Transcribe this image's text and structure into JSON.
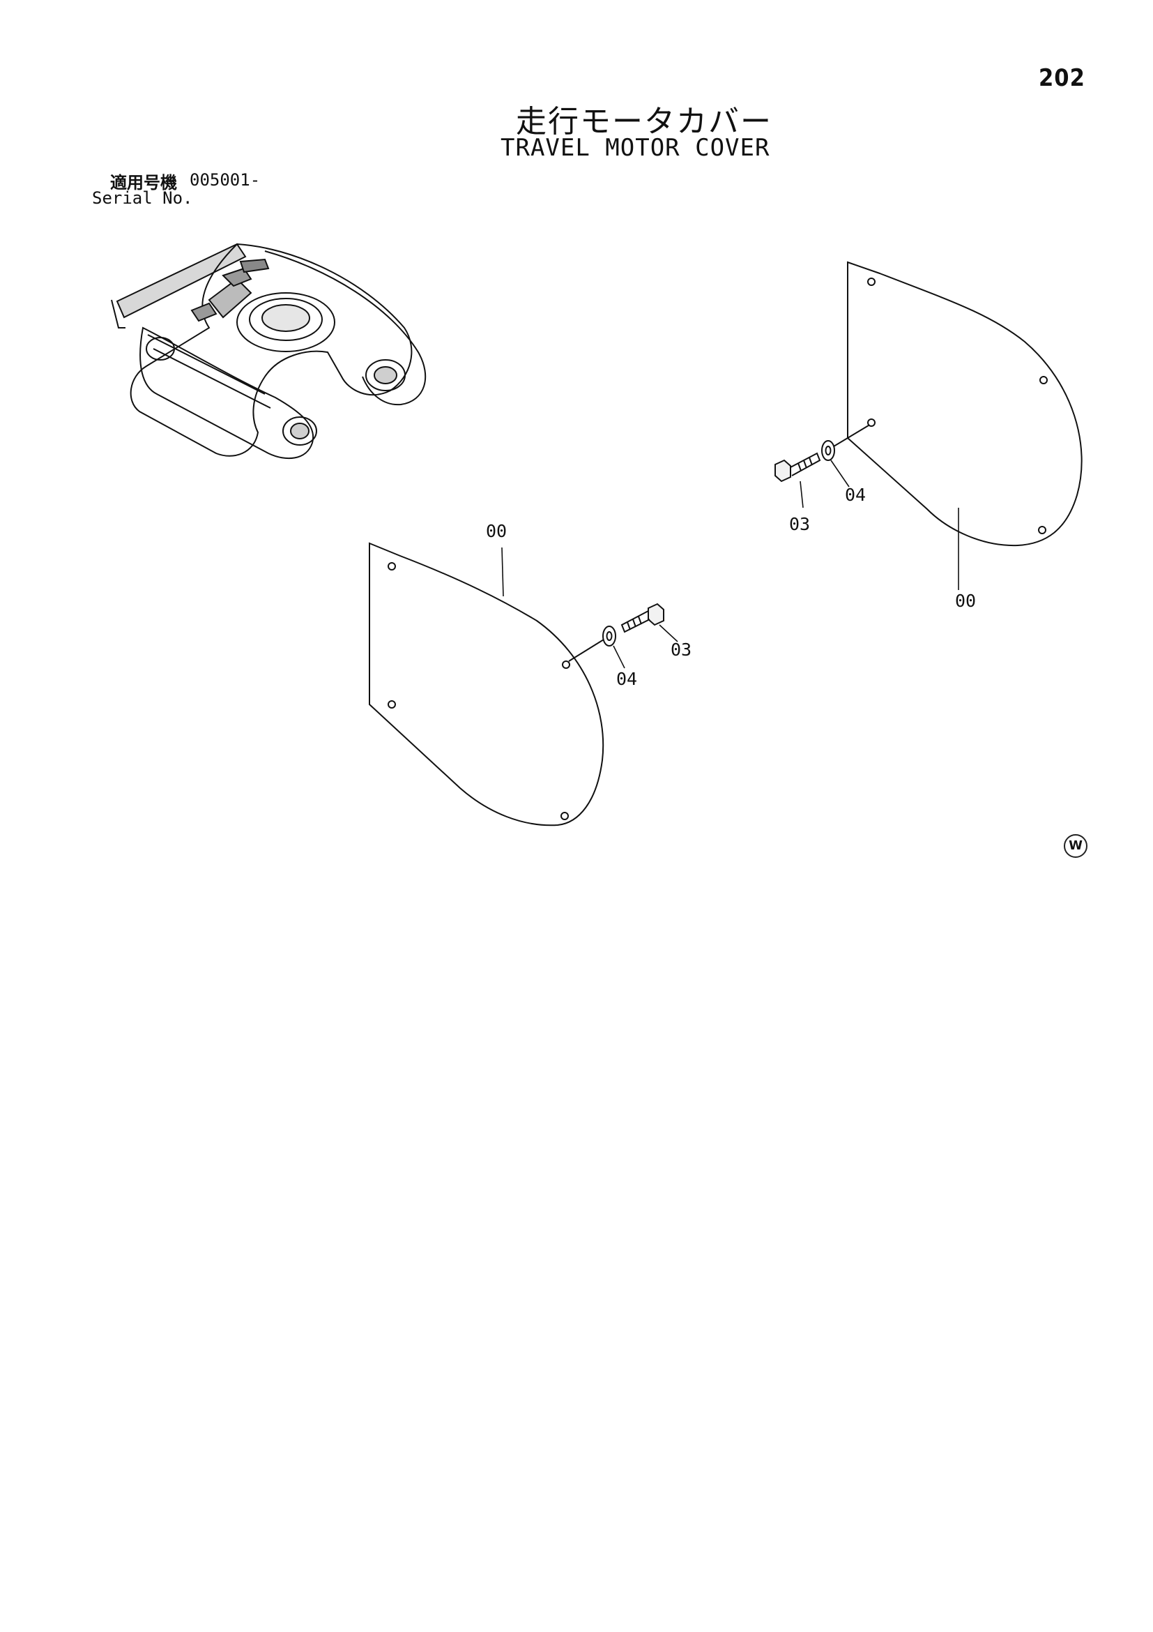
{
  "page_number": "202",
  "title": {
    "japanese": "走行モータカバー",
    "english": "TRAVEL MOTOR COVER"
  },
  "serial": {
    "label_jp": "適用号機",
    "value": "005001-",
    "label_en": "Serial No."
  },
  "callouts": {
    "right_cover": "00",
    "right_bolt": "03",
    "right_washer": "04",
    "left_cover": "00",
    "left_bolt": "03",
    "left_washer": "04"
  },
  "mark_letter": "W",
  "icons": [
    "machine-overview-illustration",
    "travel-motor-cover-part",
    "bolt-part",
    "washer-part"
  ]
}
